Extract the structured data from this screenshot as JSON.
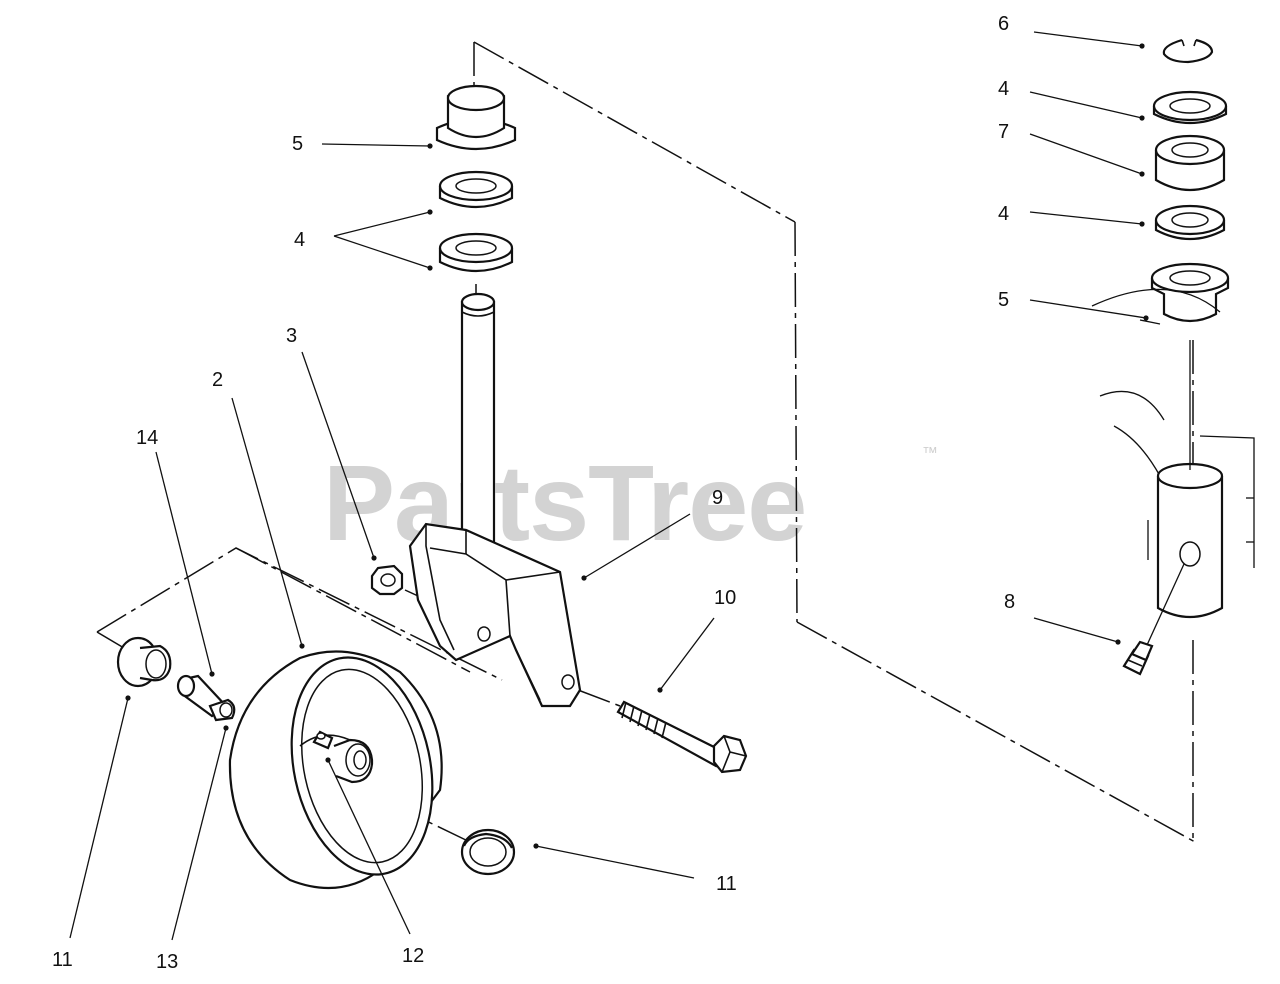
{
  "watermark": {
    "text": "PartsTree",
    "trademark": "™"
  },
  "callouts": {
    "n1": "6",
    "n2": "4",
    "n3": "7",
    "n4": "4",
    "n5": "5",
    "n6": "5",
    "n7": "4",
    "n8": "3",
    "n9": "2",
    "n10": "14",
    "n11": "9",
    "n12": "10",
    "n13": "8",
    "n14": "11",
    "n15": "13",
    "n16": "12",
    "n17": "11"
  }
}
